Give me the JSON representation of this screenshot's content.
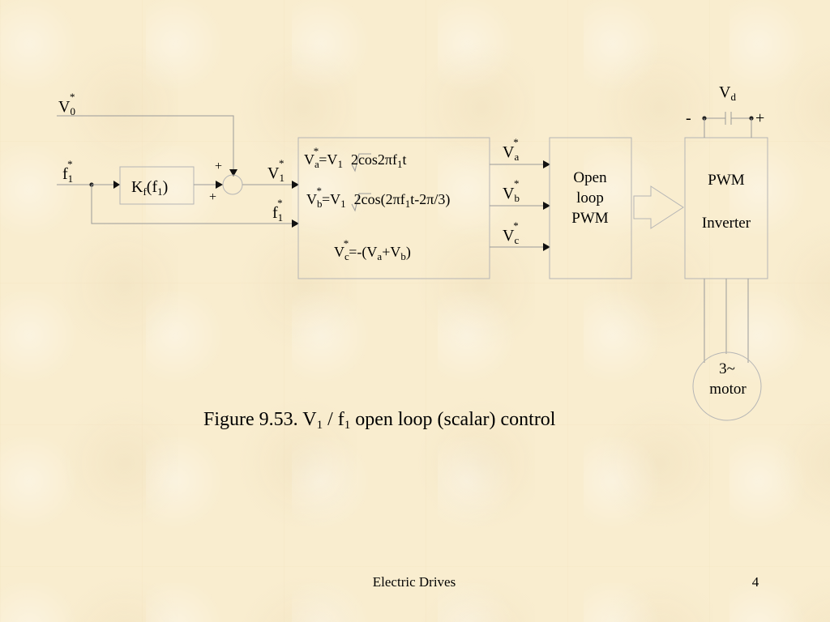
{
  "diagram": {
    "labels": {
      "v0": "V",
      "v0_sub": "0",
      "v0_sup": "*",
      "f1_in": "f",
      "f1_in_sub": "1",
      "f1_in_sup": "*",
      "plus_top": "+",
      "plus_bottom": "+",
      "v1": "V",
      "v1_sub": "1",
      "v1_sup": "*",
      "f1_mid": "f",
      "f1_mid_sub": "1",
      "f1_mid_sup": "*",
      "va_out": "V",
      "va_out_sub": "a",
      "va_out_sup": "*",
      "vb_out": "V",
      "vb_out_sub": "b",
      "vb_out_sup": "*",
      "vc_out": "V",
      "vc_out_sub": "c",
      "vc_out_sup": "*",
      "vd": "V",
      "vd_sub": "d",
      "vd_minus": "-",
      "vd_plus": "+"
    },
    "gain_block": {
      "k": "K",
      "k_sub": "f",
      "arg_open": "(f",
      "arg_sub": "1",
      "arg_close": ")"
    },
    "equations": {
      "va": {
        "p1": "V",
        "p1_sub": "a",
        "p1_sup": "*",
        "p2": "=V",
        "p2_sub": "1",
        "p3": "2cos2πf",
        "p3_sub": "1",
        "p4": "t"
      },
      "vb": {
        "p1": "V",
        "p1_sub": "b",
        "p1_sup": "*",
        "p2": "=V",
        "p2_sub": "1",
        "p3": "2cos(2πf",
        "p3_sub": "1",
        "p4": "t-2π/3)"
      },
      "vc": {
        "p1": "V",
        "p1_sub": "c",
        "p1_sup": "*",
        "p2": "=-(V",
        "p2_sub": "a",
        "p3": "+V",
        "p3_sub": "b",
        "p4": ")"
      }
    },
    "pwm_block": {
      "line1": "Open",
      "line2": "loop",
      "line3": "PWM"
    },
    "inverter_block": {
      "line1": "PWM",
      "line2": "Inverter"
    },
    "motor": {
      "line1": "3~",
      "line2": "motor"
    }
  },
  "caption": {
    "p1": "Figure 9.53. V",
    "p1_sub": "1",
    "p2": " / f",
    "p2_sub": "1",
    "p3": " open loop (scalar) control"
  },
  "footer": {
    "title": "Electric Drives",
    "page": "4"
  }
}
